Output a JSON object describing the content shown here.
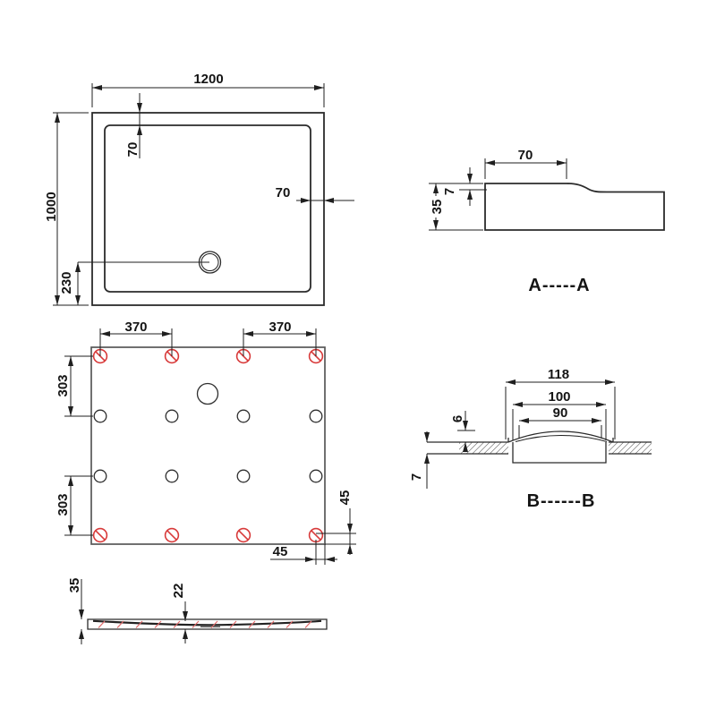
{
  "colors": {
    "ink": "#1f1f1f",
    "red": "#d83a3a"
  },
  "plan_view": {
    "width": "1200",
    "height": "1000",
    "inset_top": "70",
    "inset_right": "70",
    "drain_offset_bottom": "230"
  },
  "hole_view": {
    "spacing_left": "370",
    "spacing_right": "370",
    "row_gap_upper": "303",
    "row_gap_lower": "303",
    "edge_offset_vertical": "45",
    "edge_offset_horizontal": "45"
  },
  "profile_view": {
    "total_height": "35",
    "inner_depth": "22"
  },
  "section_a": {
    "label": "A-----A",
    "rim_width": "70",
    "rim_step": "7",
    "total_height": "35"
  },
  "section_b": {
    "label": "B------B",
    "recess_width": "118",
    "body_width": "100",
    "opening_width": "90",
    "cap_height": "6",
    "base_thickness": "7"
  }
}
